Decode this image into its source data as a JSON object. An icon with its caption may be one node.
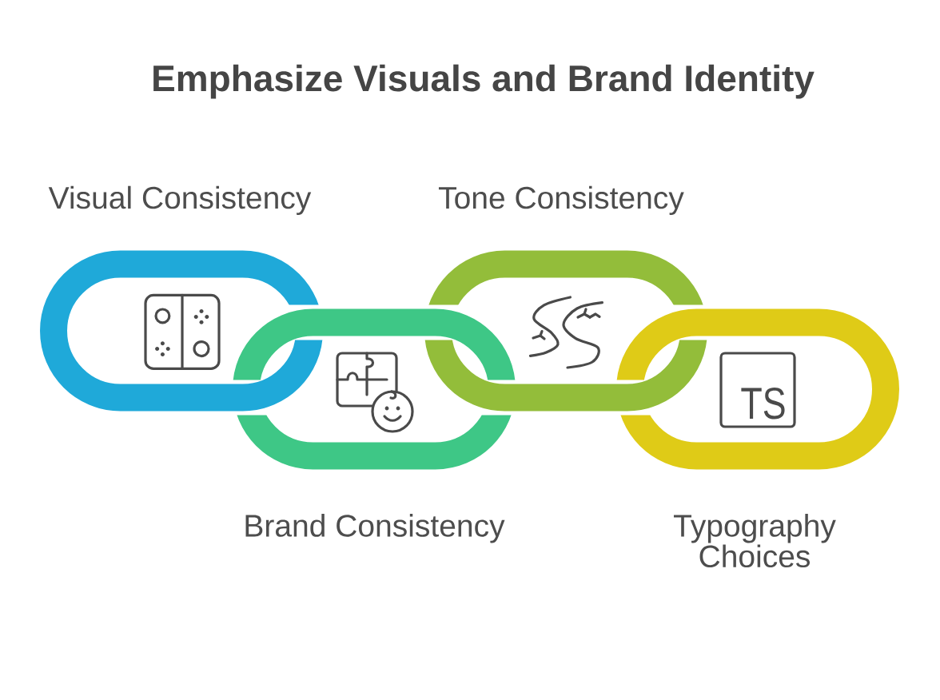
{
  "diagram": {
    "title": "Emphasize Visuals and Brand Identity",
    "nodes": [
      {
        "text": [
          "Visual Consistency"
        ]
      },
      {
        "text": [
          "Brand Consistency"
        ]
      },
      {
        "text": [
          "Tone Consistency"
        ]
      },
      {
        "text": [
          "Typography Choices"
        ]
      }
    ],
    "labels": [
      "TS"
    ]
  }
}
